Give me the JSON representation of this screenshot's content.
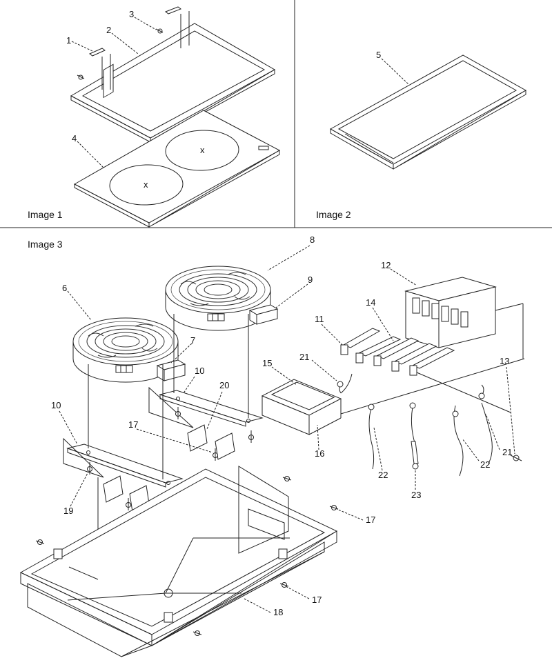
{
  "panels": [
    {
      "caption": "Image 1"
    },
    {
      "caption": "Image 2"
    },
    {
      "caption": "Image 3"
    }
  ],
  "callouts": {
    "c1": "1",
    "c2": "2",
    "c3": "3",
    "c4": "4",
    "c5": "5",
    "c6": "6",
    "c7": "7",
    "c8": "8",
    "c9": "9",
    "c10a": "10",
    "c10b": "10",
    "c11": "11",
    "c12": "12",
    "c13": "13",
    "c14": "14",
    "c15": "15",
    "c16": "16",
    "c17a": "17",
    "c17b": "17",
    "c17c": "17",
    "c18": "18",
    "c19": "19",
    "c20": "20",
    "c21a": "21",
    "c21b": "21",
    "c22a": "22",
    "c22b": "22",
    "c23": "23"
  }
}
